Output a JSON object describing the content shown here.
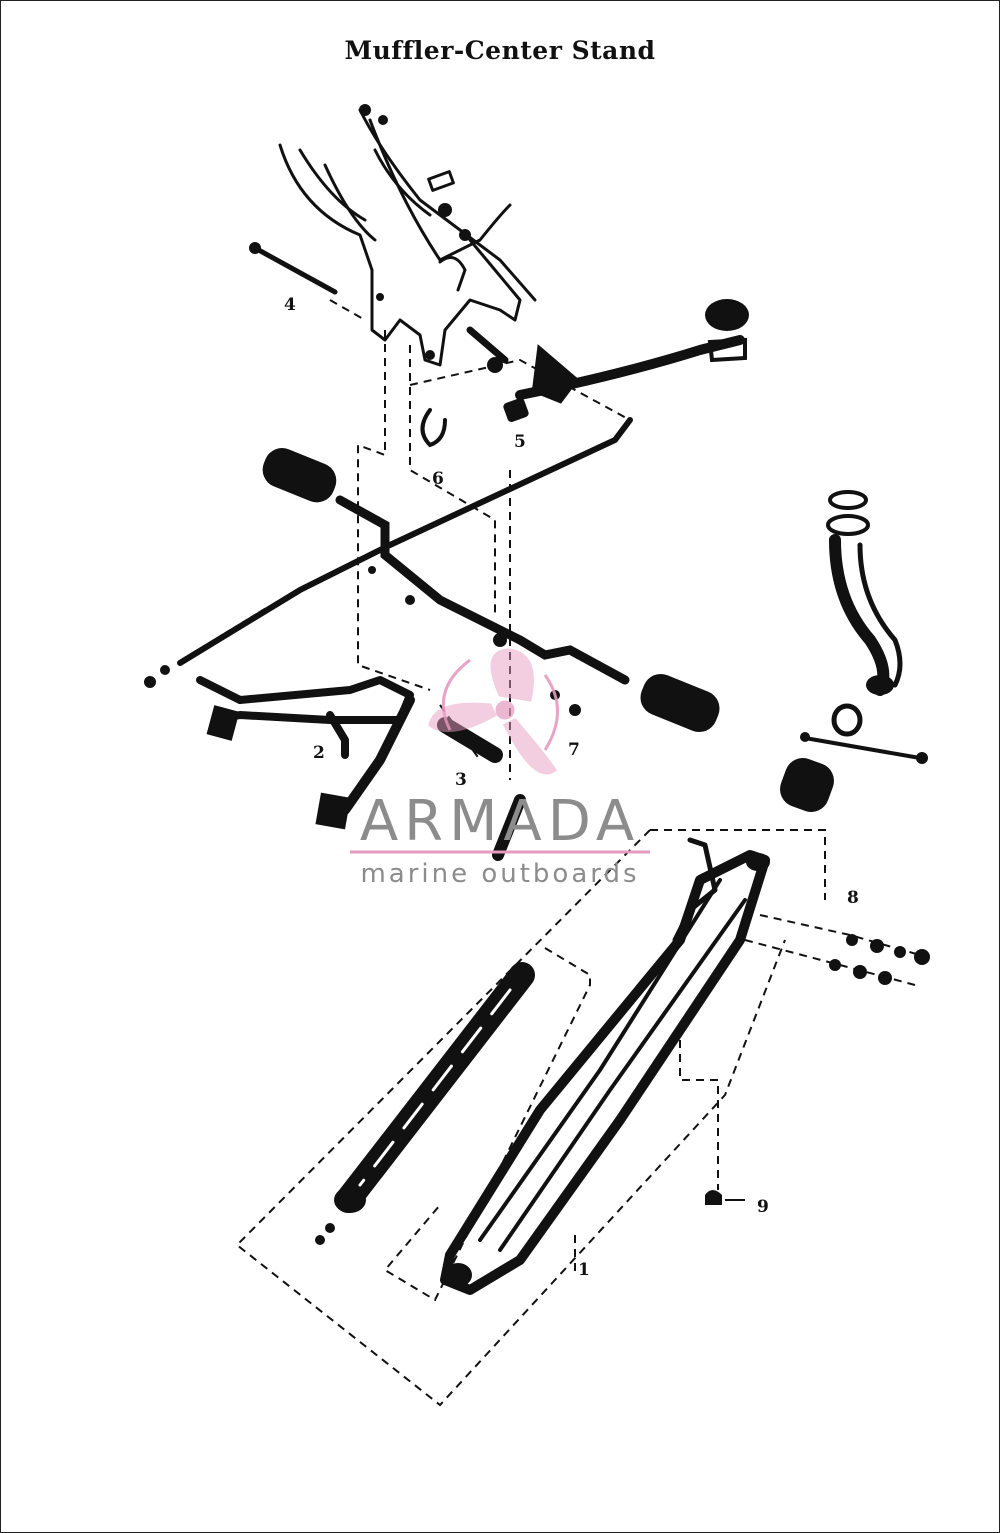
{
  "title": "Muffler-Center Stand",
  "callouts": [
    {
      "id": "1",
      "label": "1"
    },
    {
      "id": "2",
      "label": "2"
    },
    {
      "id": "3",
      "label": "3"
    },
    {
      "id": "4",
      "label": "4"
    },
    {
      "id": "5",
      "label": "5"
    },
    {
      "id": "6",
      "label": "6"
    },
    {
      "id": "7",
      "label": "7"
    },
    {
      "id": "8",
      "label": "8"
    },
    {
      "id": "9",
      "label": "9"
    }
  ],
  "watermark": {
    "brand": "ARMADA",
    "tagline": "marine outboards",
    "color_text": "#8c8c8c",
    "color_accent": "#e59bc0"
  },
  "colors": {
    "ink": "#111111",
    "paper": "#ffffff"
  }
}
